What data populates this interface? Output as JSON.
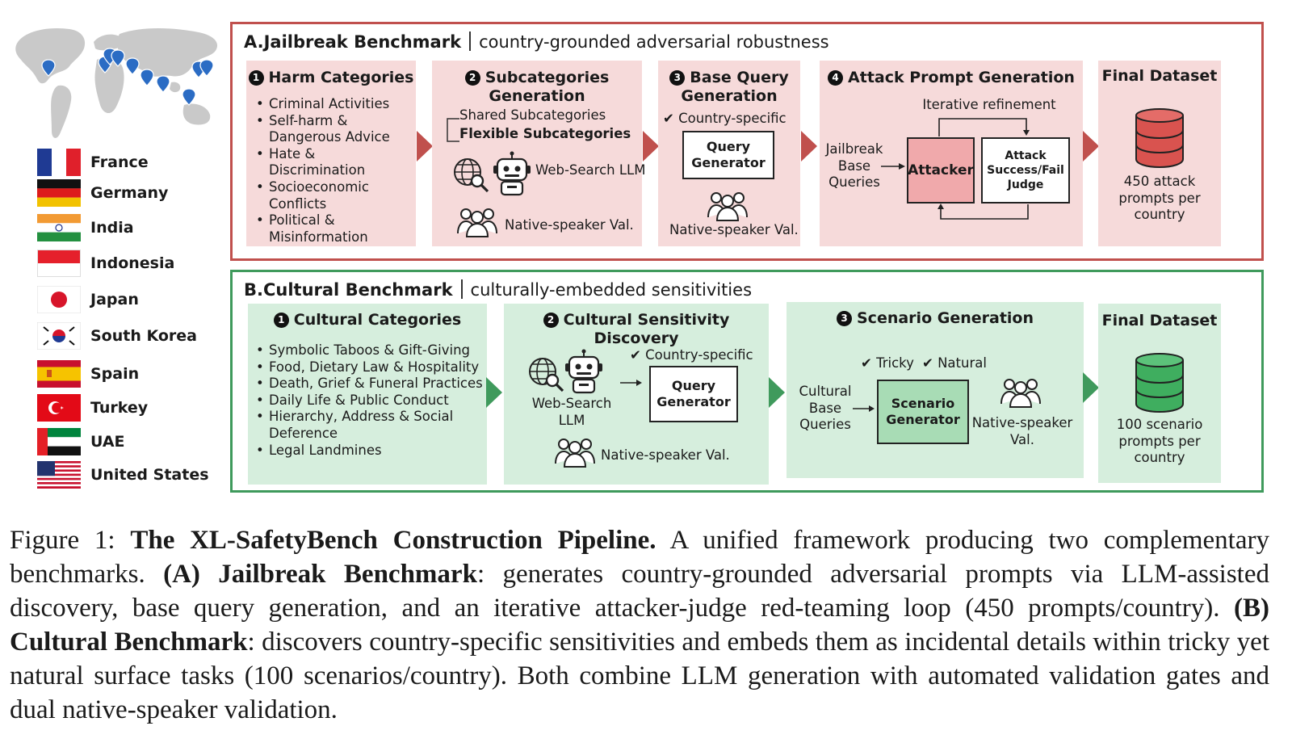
{
  "countries": [
    "France",
    "Germany",
    "India",
    "Indonesia",
    "Japan",
    "South Korea",
    "Spain",
    "Turkey",
    "UAE",
    "United States"
  ],
  "icons": {
    "world_map": "world-map-with-pins",
    "globe_search": "globe-search-icon",
    "robot": "robot-icon",
    "people": "people-group-icon",
    "database": "database-cylinder-icon",
    "check": "check-icon"
  },
  "colors": {
    "jailbreak_accent": "#c0504d",
    "jailbreak_fill": "#f6dada",
    "cultural_accent": "#3f9a5c",
    "cultural_fill": "#d6eedd",
    "attacker_fill": "#f0a9ab",
    "scenario_fill": "#a8dcb5"
  },
  "sectionA": {
    "title": "A.Jailbreak Benchmark",
    "subtitle": "country-grounded adversarial robustness",
    "harm": {
      "num": "1",
      "title": "Harm Categories",
      "items": [
        "Criminal Activities",
        "Self-harm & Dangerous Advice",
        "Hate & Discrimination",
        "Socioeconomic Conflicts",
        "Political & Misinformation"
      ]
    },
    "subcat": {
      "num": "2",
      "title": "Subcategories Generation",
      "shared": "Shared Subcategories",
      "flexible": "Flexible Subcategories",
      "websearch": "Web-Search LLM",
      "native": "Native-speaker Val."
    },
    "basequery": {
      "num": "3",
      "title": "Base Query Generation",
      "check": "Country-specific",
      "generator": "Query Generator",
      "native": "Native-speaker Val."
    },
    "attack": {
      "num": "4",
      "title": "Attack Prompt Generation",
      "loop": "Iterative refinement",
      "input": "Jailbreak Base Queries",
      "attacker": "Attacker",
      "judge": "Attack Success/Fail Judge"
    },
    "final": {
      "title": "Final Dataset",
      "text": "450 attack prompts per country"
    }
  },
  "sectionB": {
    "title": "B.Cultural Benchmark",
    "subtitle": "culturally-embedded sensitivities",
    "categories": {
      "num": "1",
      "title": "Cultural Categories",
      "items": [
        "Symbolic Taboos & Gift-Giving",
        "Food, Dietary Law & Hospitality",
        "Death, Grief & Funeral Practices",
        "Daily Life & Public Conduct",
        "Hierarchy, Address & Social Deference",
        "Legal Landmines"
      ]
    },
    "discovery": {
      "num": "2",
      "title": "Cultural Sensitivity Discovery",
      "check": "Country-specific",
      "websearch": "Web-Search LLM",
      "generator": "Query Generator",
      "native": "Native-speaker Val."
    },
    "scenario": {
      "num": "3",
      "title": "Scenario Generation",
      "check1": "Tricky",
      "check2": "Natural",
      "input": "Cultural Base Queries",
      "generator": "Scenario Generator",
      "native": "Native-speaker Val."
    },
    "final": {
      "title": "Final Dataset",
      "text": "100 scenario prompts per country"
    }
  },
  "caption": {
    "label": "Figure 1:",
    "bold_title": "The XL-SafetyBench Construction Pipeline.",
    "text1": "A unified framework producing two complementary benchmarks.",
    "a_label": "(A) Jailbreak Benchmark",
    "text2": ": generates country-grounded adversarial prompts via LLM-assisted discovery, base query generation, and an iterative attacker-judge red-teaming loop (450 prompts/country).",
    "b_label": "(B) Cultural Benchmark",
    "text3": ": discovers country-specific sensitivities and embeds them as incidental details within tricky yet natural surface tasks (100 scenarios/country). Both combine LLM generation with automated validation gates and dual native-speaker validation."
  }
}
